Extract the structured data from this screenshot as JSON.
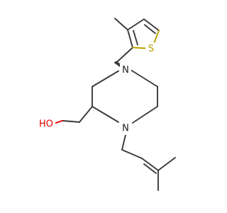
{
  "molecule": {
    "atoms": {
      "N_top": "N",
      "N_bottom": "N",
      "S": "S",
      "OH": "HO"
    },
    "colors": {
      "bond": "#3a3a3a",
      "nitrogen": "#1a1a1a",
      "sulfur": "#b8a000",
      "oxygen": "#e00000",
      "background": "#ffffff"
    }
  }
}
